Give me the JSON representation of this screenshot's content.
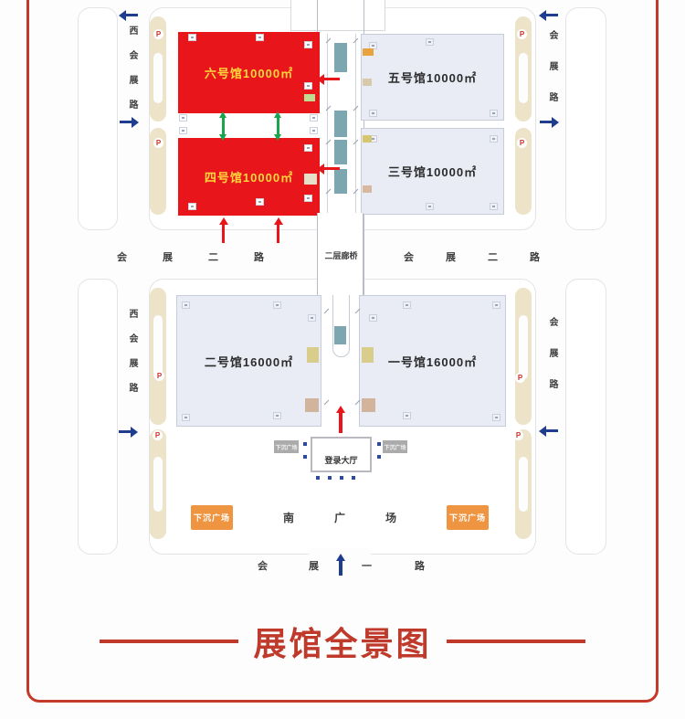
{
  "title": {
    "text": "展馆全景图"
  },
  "map": {
    "halls": [
      {
        "id": "hall6",
        "label": "六号馆10000㎡",
        "area_sqm": 10000,
        "highlighted": true
      },
      {
        "id": "hall5",
        "label": "五号馆10000㎡",
        "area_sqm": 10000,
        "highlighted": false
      },
      {
        "id": "hall4",
        "label": "四号馆10000㎡",
        "area_sqm": 10000,
        "highlighted": true
      },
      {
        "id": "hall3",
        "label": "三号馆10000㎡",
        "area_sqm": 10000,
        "highlighted": false
      },
      {
        "id": "hall2",
        "label": "二号馆16000㎡",
        "area_sqm": 16000,
        "highlighted": false
      },
      {
        "id": "hall1",
        "label": "一号馆16000㎡",
        "area_sqm": 16000,
        "highlighted": false
      }
    ],
    "roads": {
      "west_upper": "西会展路",
      "west_lower": "西会展路",
      "east_upper": "会展路",
      "east_lower": "会展路",
      "middle_left": "会展二路",
      "middle_right": "会展二路",
      "bottom_parts": [
        "会展",
        "一路"
      ]
    },
    "features": {
      "bridge": "二层廊桥",
      "lobby": "登录大厅",
      "south_plaza": "南广场",
      "sunken_plaza_orange": "下沉广场",
      "sunken_plaza_gray": "下沉广场",
      "parking": "P"
    },
    "colors": {
      "hall_highlight": "#e8151a",
      "hall_highlight_text": "#ffd83d",
      "hall_light": "#e9ecf4",
      "accent_red": "#c0392b",
      "road_arrow_blue": "#1f3d8f",
      "plaza_orange": "#ef9440",
      "parking_beige": "#ece3c8",
      "escalator_teal": "#7ca6b0",
      "arrow_green": "#17a54d"
    }
  }
}
